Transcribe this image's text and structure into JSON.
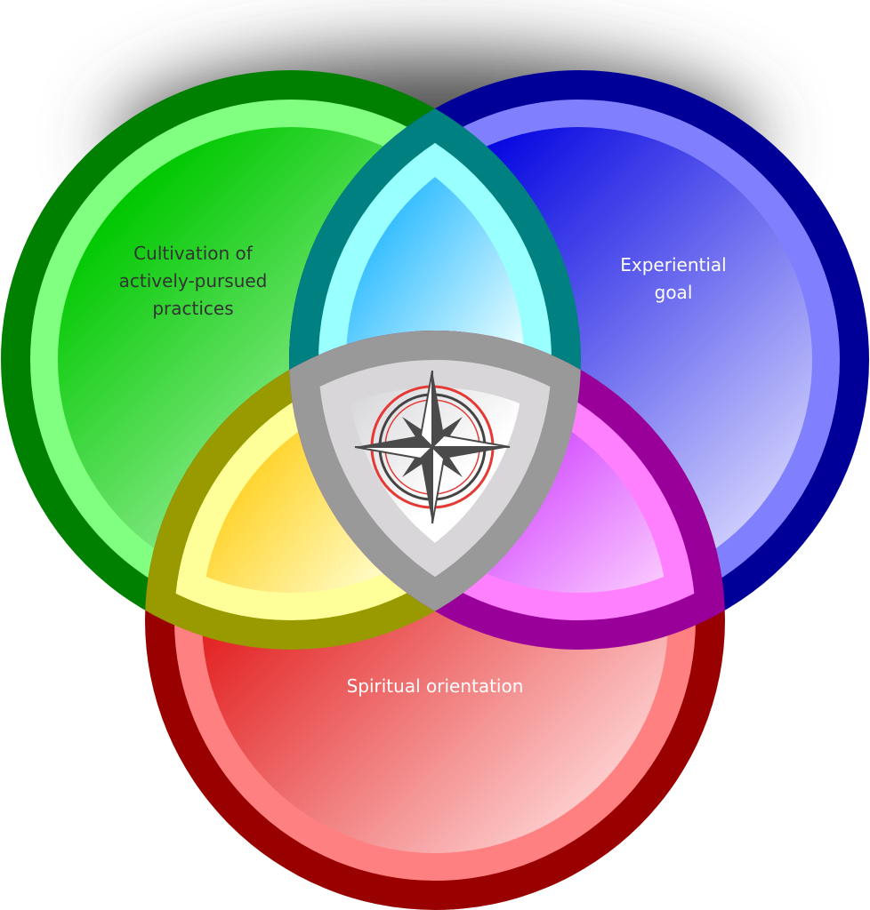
{
  "diagram": {
    "type": "three-set venn diagram",
    "sets": [
      {
        "id": "green",
        "label_lines": [
          "Cultivation of",
          "actively-pursued",
          "practices"
        ],
        "color": "#008000"
      },
      {
        "id": "blue",
        "label_lines": [
          "Experiential",
          "goal"
        ],
        "color": "#000099"
      },
      {
        "id": "red",
        "label_lines": [
          "Spiritual orientation"
        ],
        "color": "#990000"
      }
    ],
    "intersections": [
      {
        "sets": [
          "green",
          "blue"
        ],
        "color": "#008080"
      },
      {
        "sets": [
          "green",
          "red"
        ],
        "color": "#999900"
      },
      {
        "sets": [
          "blue",
          "red"
        ],
        "color": "#990099"
      },
      {
        "sets": [
          "green",
          "blue",
          "red"
        ],
        "color": "#999999",
        "icon": "compass-rose-icon"
      }
    ]
  }
}
